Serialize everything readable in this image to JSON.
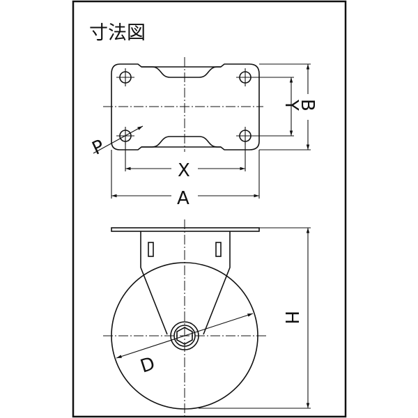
{
  "title": "寸法図",
  "labels": {
    "P": "P",
    "X": "X",
    "A": "A",
    "Y": "Y",
    "B": "B",
    "D": "D",
    "H": "H"
  },
  "colors": {
    "line": "#111111",
    "background": "#ffffff"
  }
}
